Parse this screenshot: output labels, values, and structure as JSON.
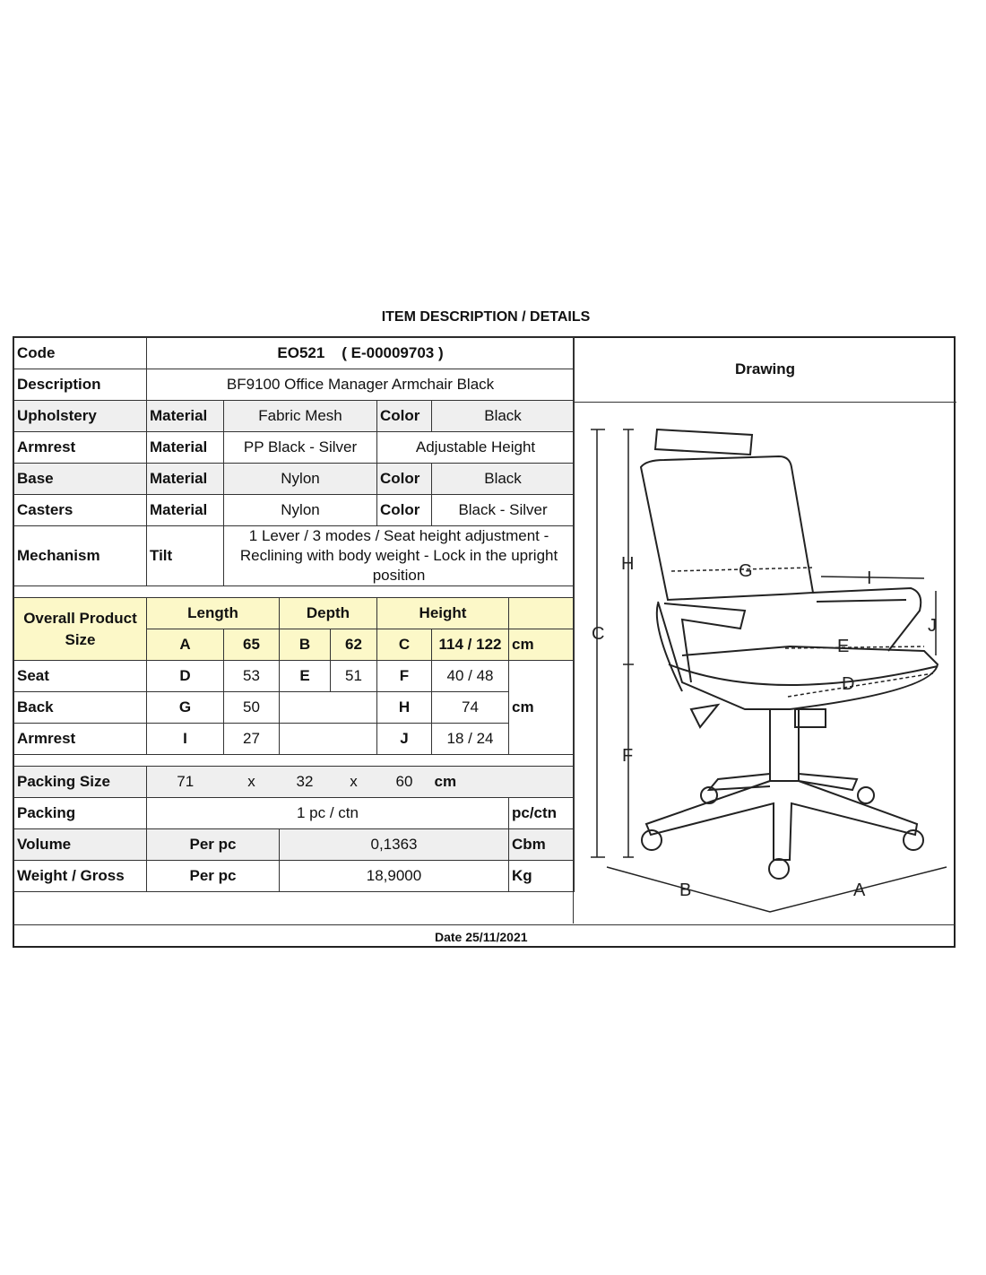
{
  "title": "ITEM DESCRIPTION / DETAILS",
  "code": {
    "label": "Code",
    "value": "EO521    ( E-00009703 )"
  },
  "description": {
    "label": "Description",
    "value": "BF9100 Office Manager Armchair Black"
  },
  "upholstery": {
    "label": "Upholstery",
    "material_label": "Material",
    "material": "Fabric Mesh",
    "color_label": "Color",
    "color": "Black"
  },
  "armrest": {
    "label": "Armrest",
    "material_label": "Material",
    "material": "PP Black - Silver",
    "feature": "Adjustable Height"
  },
  "base": {
    "label": "Base",
    "material_label": "Material",
    "material": "Nylon",
    "color_label": "Color",
    "color": "Black"
  },
  "casters": {
    "label": "Casters",
    "material_label": "Material",
    "material": "Nylon",
    "color_label": "Color",
    "color": "Black - Silver"
  },
  "mechanism": {
    "label": "Mechanism",
    "type": "Tilt",
    "details": "1 Lever / 3 modes / Seat height adjustment - Reclining with body weight - Lock in the upright position"
  },
  "size": {
    "label": "Overall Product Size",
    "length": "Length",
    "depth": "Depth",
    "height": "Height",
    "a": "A",
    "a_val": "65",
    "b": "B",
    "b_val": "62",
    "c": "C",
    "c_val": "114 / 122",
    "unit": "cm"
  },
  "seat": {
    "label": "Seat",
    "d": "D",
    "d_val": "53",
    "e": "E",
    "e_val": "51",
    "f": "F",
    "f_val": "40 / 48"
  },
  "back": {
    "label": "Back",
    "g": "G",
    "g_val": "50",
    "h": "H",
    "h_val": "74",
    "unit": "cm"
  },
  "armrest_dim": {
    "label": "Armrest",
    "i": "I",
    "i_val": "27",
    "j": "J",
    "j_val": "18 / 24"
  },
  "packing_size": {
    "label": "Packing Size",
    "l": "71",
    "x1": "x",
    "w": "32",
    "x2": "x",
    "h": "60",
    "unit": "cm"
  },
  "packing": {
    "label": "Packing",
    "value": "1 pc / ctn",
    "unit": "pc/ctn"
  },
  "volume": {
    "label": "Volume",
    "per": "Per pc",
    "value": "0,1363",
    "unit": "Cbm"
  },
  "weight": {
    "label": "Weight / Gross",
    "per": "Per pc",
    "value": "18,9000",
    "unit": "Kg"
  },
  "date": "Date 25/11/2021",
  "drawing": {
    "title": "Drawing",
    "labels": {
      "A": "A",
      "B": "B",
      "C": "C",
      "D": "D",
      "E": "E",
      "F": "F",
      "G": "G",
      "H": "H",
      "I": "I",
      "J": "J"
    }
  }
}
